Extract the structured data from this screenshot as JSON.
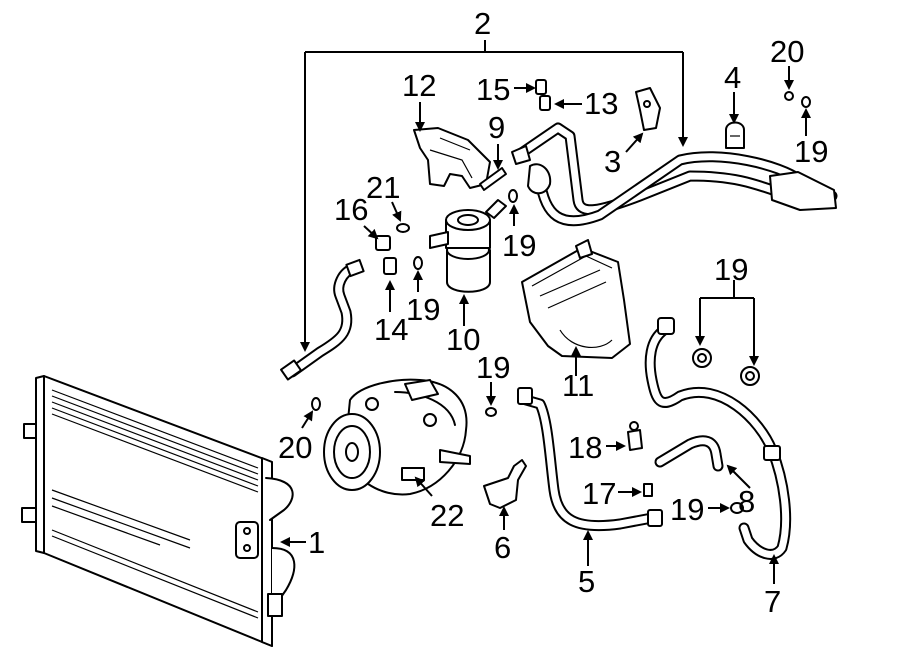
{
  "callouts": [
    {
      "id": "c1",
      "text": "1"
    },
    {
      "id": "c2",
      "text": "2"
    },
    {
      "id": "c3",
      "text": "3"
    },
    {
      "id": "c4",
      "text": "4"
    },
    {
      "id": "c5",
      "text": "5"
    },
    {
      "id": "c6",
      "text": "6"
    },
    {
      "id": "c7",
      "text": "7"
    },
    {
      "id": "c8",
      "text": "8"
    },
    {
      "id": "c9",
      "text": "9"
    },
    {
      "id": "c10",
      "text": "10"
    },
    {
      "id": "c11",
      "text": "11"
    },
    {
      "id": "c12",
      "text": "12"
    },
    {
      "id": "c13",
      "text": "13"
    },
    {
      "id": "c14",
      "text": "14"
    },
    {
      "id": "c15",
      "text": "15"
    },
    {
      "id": "c16",
      "text": "16"
    },
    {
      "id": "c17",
      "text": "17"
    },
    {
      "id": "c18",
      "text": "18"
    },
    {
      "id": "c19a",
      "text": "19"
    },
    {
      "id": "c19b",
      "text": "19"
    },
    {
      "id": "c19c",
      "text": "19"
    },
    {
      "id": "c19d",
      "text": "19"
    },
    {
      "id": "c19e",
      "text": "19"
    },
    {
      "id": "c19f",
      "text": "19"
    },
    {
      "id": "c20a",
      "text": "20"
    },
    {
      "id": "c20b",
      "text": "20"
    },
    {
      "id": "c21",
      "text": "21"
    },
    {
      "id": "c22",
      "text": "22"
    }
  ],
  "colors": {
    "line": "#000000",
    "background": "#ffffff"
  }
}
